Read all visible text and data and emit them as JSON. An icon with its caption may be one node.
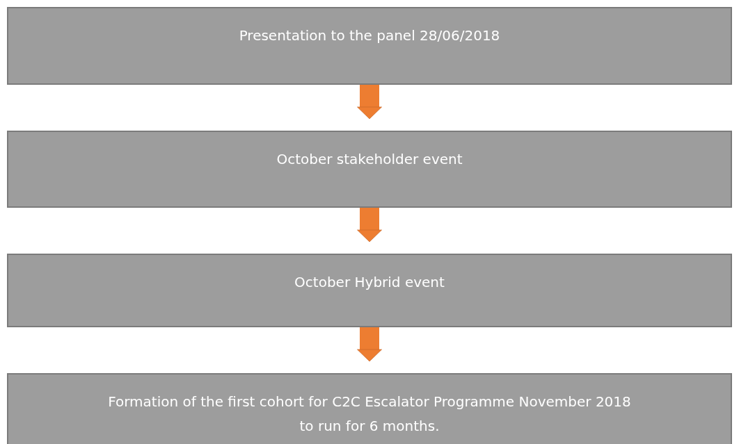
{
  "diagram": {
    "nodes": [
      {
        "text": [
          "Presentation to the panel 28/06/2018"
        ]
      },
      {
        "text": [
          "October stakeholder event"
        ]
      },
      {
        "text": [
          "October Hybrid event"
        ]
      },
      {
        "text": [
          "Formation of the first cohort for C2C Escalator Programme November 2018 to run for 6 months."
        ]
      }
    ],
    "edges": [
      {
        "from": 0,
        "to": 1,
        "arrow": "to"
      },
      {
        "from": 1,
        "to": 2,
        "arrow": "to"
      },
      {
        "from": 2,
        "to": 3,
        "arrow": "to"
      }
    ]
  }
}
